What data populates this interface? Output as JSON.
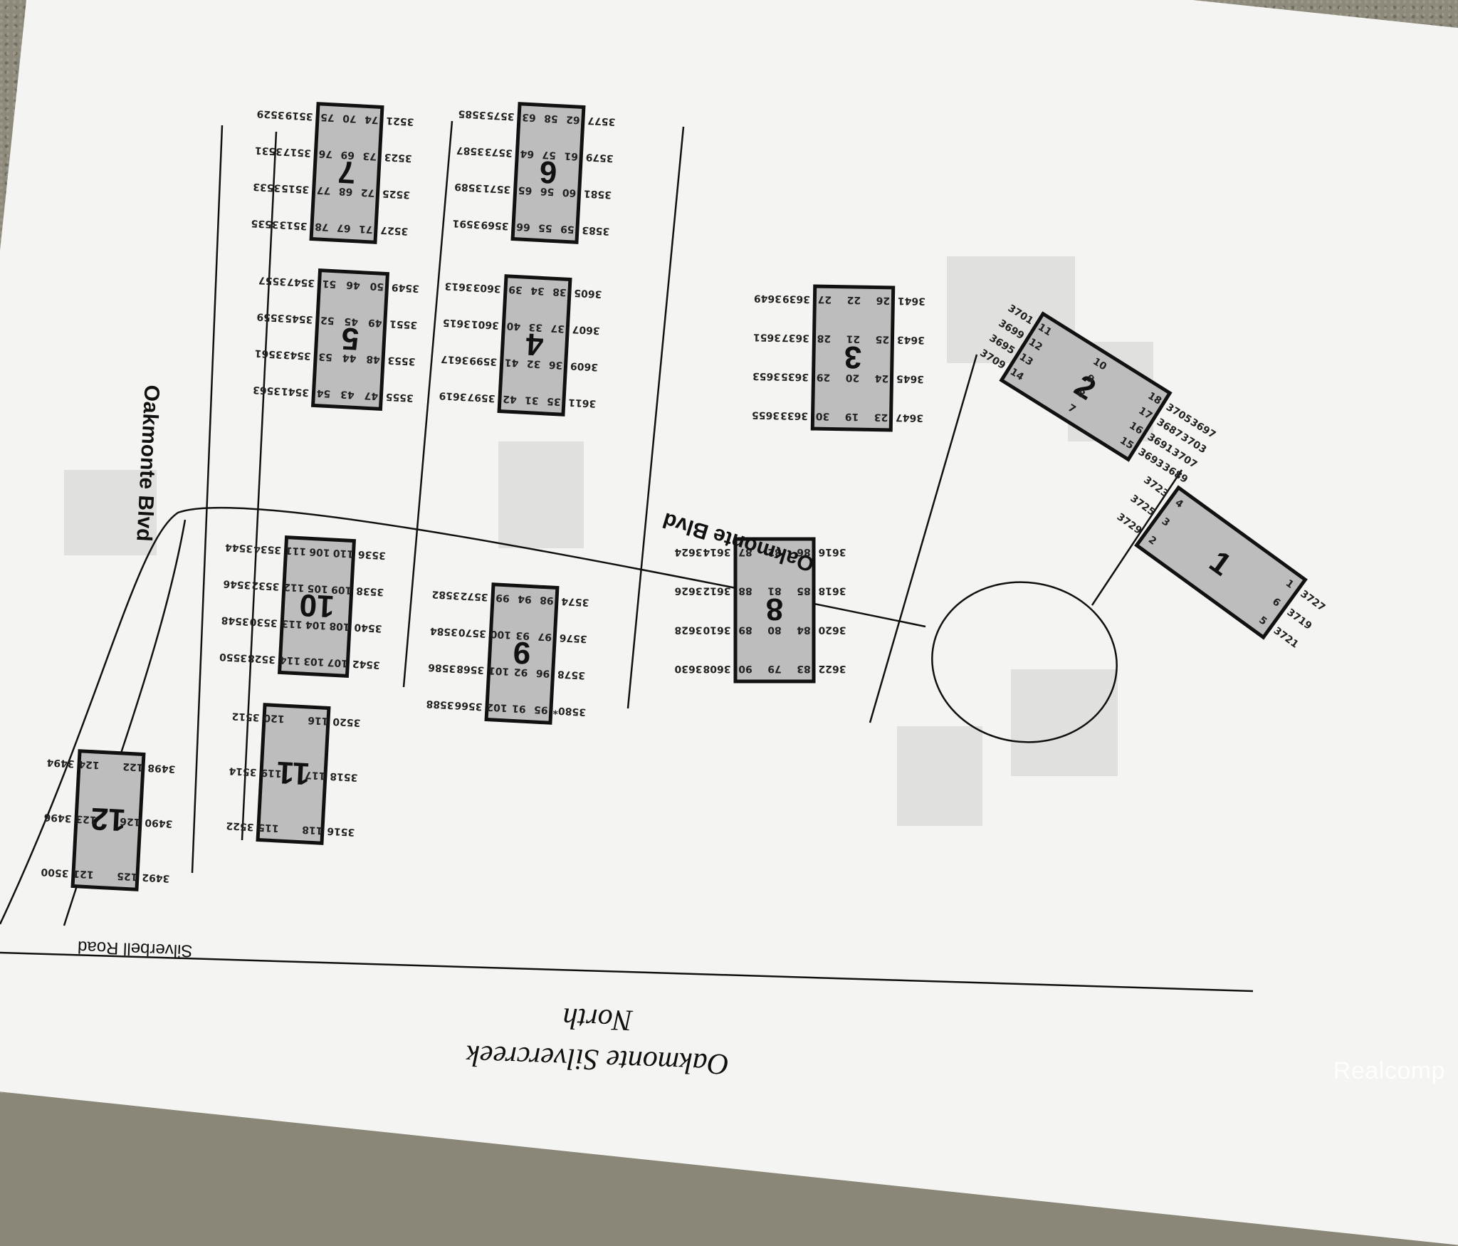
{
  "title_line1": "Oakmonte Silvercreek",
  "title_line2": "North",
  "roads": {
    "main": "Oakmonte Blvd",
    "side": "Oakmonte Blvd",
    "silverbell": "Silverbell Road"
  },
  "watermark": "Realcomp",
  "blocks": [
    {
      "id": "1",
      "lots": [
        "4",
        "3",
        "2",
        "1",
        "6",
        "5"
      ],
      "addresses": [
        "3723",
        "3725",
        "3729",
        "3727",
        "3719",
        "3721"
      ]
    },
    {
      "id": "2",
      "lots": [
        "11",
        "12",
        "13",
        "14",
        "10",
        "9",
        "8",
        "7",
        "18",
        "17",
        "16",
        "15"
      ],
      "addresses": [
        "3701",
        "3699",
        "3695",
        "3709",
        "3697",
        "3703",
        "3707",
        "3689",
        "3705",
        "3687",
        "3691",
        "3693"
      ]
    },
    {
      "id": "3",
      "lots": [
        "23",
        "24",
        "25",
        "26",
        "19",
        "20",
        "21",
        "22",
        "30",
        "29",
        "28",
        "27"
      ],
      "addresses": [
        "3647",
        "3645",
        "3643",
        "3641",
        "3655",
        "3653",
        "3651",
        "3649",
        "3633",
        "3635",
        "3637",
        "3639"
      ]
    },
    {
      "id": "4",
      "lots": [
        "35",
        "36",
        "37",
        "38",
        "31",
        "32",
        "33",
        "34",
        "42",
        "41",
        "40",
        "39"
      ],
      "addresses": [
        "3611",
        "3609",
        "3607",
        "3605",
        "3619",
        "3617",
        "3615",
        "3613",
        "3597",
        "3599",
        "3601",
        "3603"
      ]
    },
    {
      "id": "5",
      "lots": [
        "47",
        "48",
        "49",
        "50",
        "43",
        "44",
        "45",
        "46",
        "54",
        "53",
        "52",
        "51"
      ],
      "addresses": [
        "3555",
        "3553",
        "3551",
        "3549",
        "3563",
        "3561",
        "3559",
        "3557",
        "3541",
        "3543",
        "3545",
        "3547"
      ]
    },
    {
      "id": "6",
      "lots": [
        "59",
        "60",
        "61",
        "62",
        "55",
        "56",
        "57",
        "58",
        "66",
        "65",
        "64",
        "63"
      ],
      "addresses": [
        "3583",
        "3581",
        "3579",
        "3577",
        "3591",
        "3589",
        "3587",
        "3585",
        "3569",
        "3571",
        "3573",
        "3575"
      ]
    },
    {
      "id": "7",
      "lots": [
        "71",
        "72",
        "73",
        "74",
        "67",
        "68",
        "69",
        "70",
        "78",
        "77",
        "76",
        "75"
      ],
      "addresses": [
        "3527",
        "3525",
        "3523",
        "3521",
        "3535",
        "3533",
        "3531",
        "3529",
        "3513",
        "3515",
        "3517",
        "3519"
      ]
    },
    {
      "id": "8",
      "lots": [
        "83",
        "84",
        "85",
        "86",
        "79",
        "80",
        "81",
        "82",
        "90",
        "89",
        "88",
        "87"
      ],
      "addresses": [
        "3622",
        "3620",
        "3618",
        "3616",
        "3630",
        "3628",
        "3626",
        "3624",
        "3608",
        "3610",
        "3612",
        "3614"
      ]
    },
    {
      "id": "9",
      "lots": [
        "95",
        "96",
        "97",
        "98",
        "91",
        "92",
        "93",
        "94",
        "102",
        "101",
        "100",
        "99"
      ],
      "addresses": [
        "3580*",
        "3578",
        "3576",
        "3574",
        "3588",
        "3586",
        "3584",
        "3582",
        "3566",
        "3568",
        "3570",
        "3572"
      ]
    },
    {
      "id": "10",
      "lots": [
        "107",
        "108",
        "109",
        "110",
        "103",
        "104",
        "105",
        "106",
        "114",
        "113",
        "112",
        "111"
      ],
      "addresses": [
        "3542",
        "3540",
        "3538",
        "3536",
        "3550",
        "3548",
        "3546",
        "3544",
        "3528",
        "3530",
        "3532",
        "3534"
      ]
    },
    {
      "id": "11",
      "lots": [
        "118",
        "117",
        "116",
        "115",
        "119",
        "120"
      ],
      "addresses": [
        "3516",
        "3518",
        "3520",
        "3522",
        "3514",
        "3512"
      ]
    },
    {
      "id": "12",
      "lots": [
        "125",
        "126",
        "122",
        "121",
        "123",
        "124"
      ],
      "addresses": [
        "3492",
        "3490",
        "3498",
        "3500",
        "3496",
        "3494"
      ]
    }
  ]
}
